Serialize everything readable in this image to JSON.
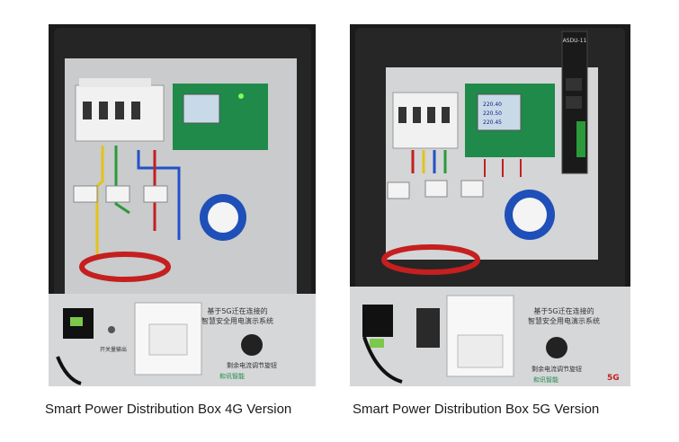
{
  "figure": {
    "left": {
      "caption": "Smart Power Distribution Box 4G Version",
      "panel_label_line1": "基于5G迁在连接的",
      "panel_label_line2": "智慧安全用电演示系统",
      "knob_label": "剩余电流调节旋钮",
      "switch_label": "开关量输出",
      "brand_label": "和讯智能"
    },
    "right": {
      "caption": "Smart Power Distribution Box 5G Version",
      "panel_label_line1": "基于5G迁在连接的",
      "panel_label_line2": "智慧安全用电演示系统",
      "knob_label": "剩余电流调节旋钮",
      "brand_label": "和讯智能",
      "badge_5g": "5G",
      "router_label": "ASDU-11",
      "display_lines": [
        "220.40",
        "220.50",
        "220.45"
      ]
    }
  },
  "colors": {
    "enclosure_black": "#1b1b1b",
    "panel_gray": "#c9cbcc",
    "meter_green": "#1f8a4a",
    "lamp_blue": "#1f4fb8",
    "wire_red": "#c51f1f",
    "wire_yellow": "#e4c21b",
    "wire_blue": "#2450c8",
    "wire_green": "#2a9a3a"
  }
}
